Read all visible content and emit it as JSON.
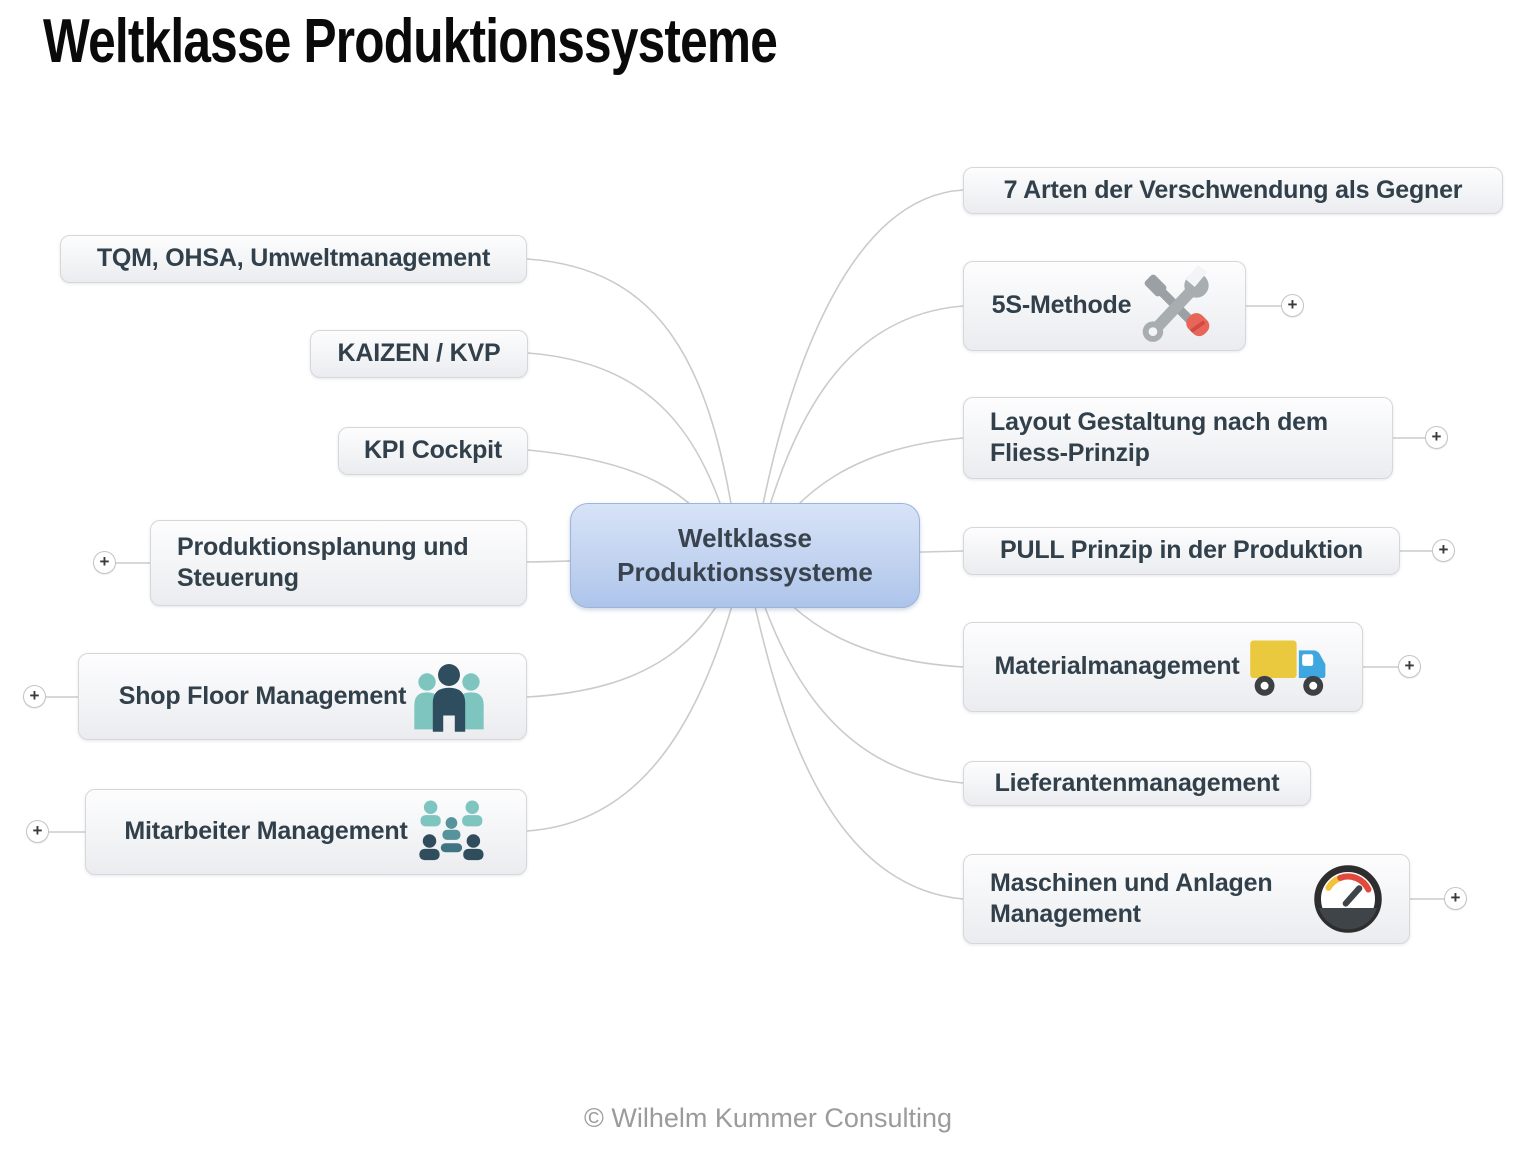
{
  "title": "Weltklasse Produktionssysteme",
  "center": {
    "label": "Weltklasse Produktionssysteme"
  },
  "plus_symbol": "+",
  "left_branches": [
    {
      "label": "TQM, OHSA, Umweltmanagement",
      "has_plus": false,
      "icon": null
    },
    {
      "label": "KAIZEN / KVP",
      "has_plus": false,
      "icon": null
    },
    {
      "label": "KPI Cockpit",
      "has_plus": false,
      "icon": null
    },
    {
      "label": "Produktionsplanung und Steuerung",
      "has_plus": true,
      "icon": null
    },
    {
      "label": "Shop Floor Management",
      "has_plus": true,
      "icon": "team-icon"
    },
    {
      "label": "Mitarbeiter Management",
      "has_plus": true,
      "icon": "group-icon"
    }
  ],
  "right_branches": [
    {
      "label": "7 Arten der Verschwendung als Gegner",
      "has_plus": false,
      "icon": null
    },
    {
      "label": "5S-Methode",
      "has_plus": true,
      "icon": "tools-icon"
    },
    {
      "label": "Layout Gestaltung nach dem Fliess-Prinzip",
      "has_plus": true,
      "icon": null
    },
    {
      "label": "PULL Prinzip in der Produktion",
      "has_plus": true,
      "icon": null
    },
    {
      "label": "Materialmanagement",
      "has_plus": true,
      "icon": "truck-icon"
    },
    {
      "label": "Lieferantenmanagement",
      "has_plus": false,
      "icon": null
    },
    {
      "label": "Maschinen und Anlagen Management",
      "has_plus": true,
      "icon": "gauge-icon"
    }
  ],
  "footer": "© Wilhelm Kummer Consulting",
  "colors": {
    "center_node_fill": "#c2d3f0",
    "branch_node_fill": "#f3f4f6",
    "connector_line": "#cbcbcb",
    "node_text": "#31404a",
    "team_icon_light_teal": "#7ec5bf",
    "team_icon_dark_teal": "#2e4e60",
    "tools_gray": "#a8adb0",
    "tools_red_handle": "#e8655a",
    "truck_yellow": "#eac93e",
    "truck_blue": "#3ea7e0",
    "gauge_red": "#e2493d",
    "gauge_yellow": "#f2c338",
    "footer_gray": "#9b9b9b"
  }
}
